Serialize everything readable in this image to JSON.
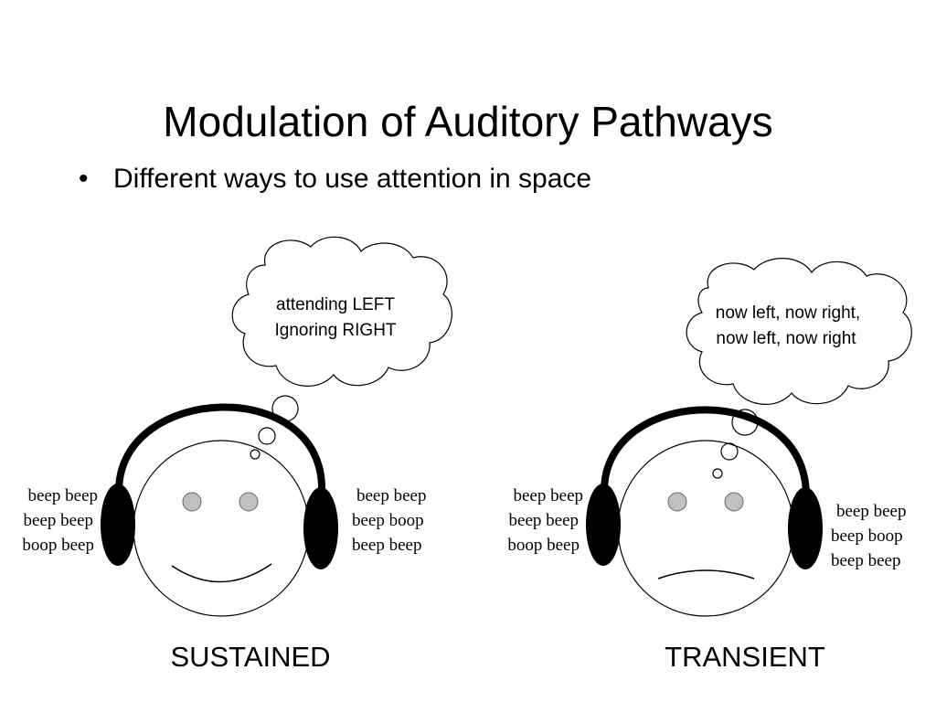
{
  "slide": {
    "title": "Modulation of Auditory Pathways",
    "bullet": "Different ways to use attention in space"
  },
  "panels": [
    {
      "label": "SUSTAINED",
      "thought": [
        "attending LEFT",
        "Ignoring RIGHT"
      ],
      "left_ear": [
        "beep beep",
        "beep beep",
        "boop beep"
      ],
      "right_ear": [
        "beep beep",
        "beep boop",
        "beep beep"
      ],
      "mouth": "smile"
    },
    {
      "label": "TRANSIENT",
      "thought": [
        "now left, now right,",
        "now left, now right"
      ],
      "left_ear": [
        "beep beep",
        "beep beep",
        "boop beep"
      ],
      "right_ear": [
        "beep beep",
        "beep boop",
        "beep beep"
      ],
      "mouth": "frown"
    }
  ],
  "colors": {
    "ink": "#000000",
    "eye": "#c0c0c0",
    "background": "#ffffff"
  }
}
